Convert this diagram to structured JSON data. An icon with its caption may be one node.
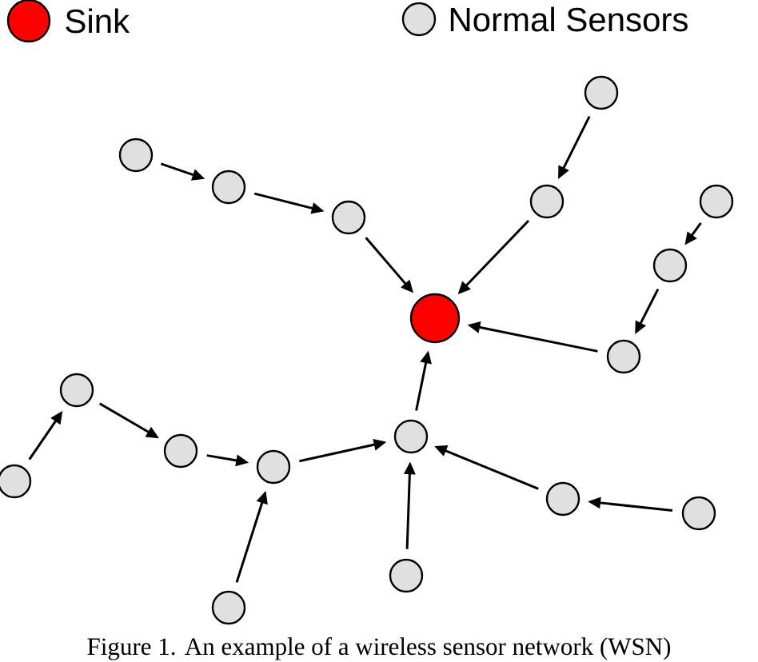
{
  "diagram": {
    "caption": "Figure 1. An example of a wireless sensor network (WSN)",
    "nodes": [
      {
        "text": [],
        "shape": "circle"
      },
      {
        "text": [],
        "shape": "circle"
      },
      {
        "text": [],
        "shape": "circle"
      },
      {
        "text": [],
        "shape": "circle"
      },
      {
        "text": [],
        "shape": "circle"
      },
      {
        "text": [],
        "shape": "circle"
      },
      {
        "text": [],
        "shape": "circle"
      },
      {
        "text": [],
        "shape": "circle"
      },
      {
        "text": [],
        "shape": "circle"
      },
      {
        "text": [],
        "shape": "circle"
      },
      {
        "text": [],
        "shape": "circle"
      },
      {
        "text": [],
        "shape": "circle"
      },
      {
        "text": [],
        "shape": "circle"
      },
      {
        "text": [],
        "shape": "circle"
      },
      {
        "text": [],
        "shape": "circle"
      },
      {
        "text": [],
        "shape": "circle"
      },
      {
        "text": [],
        "shape": "circle"
      },
      {
        "text": [],
        "shape": "circle"
      }
    ],
    "edges": [
      {
        "from": 0,
        "to": 1,
        "arrow": "to"
      },
      {
        "from": 1,
        "to": 2,
        "arrow": "to"
      },
      {
        "from": 2,
        "to": 3,
        "arrow": "to"
      },
      {
        "from": 4,
        "to": 5,
        "arrow": "to"
      },
      {
        "from": 5,
        "to": 3,
        "arrow": "to"
      },
      {
        "from": 6,
        "to": 7,
        "arrow": "to"
      },
      {
        "from": 7,
        "to": 8,
        "arrow": "to"
      },
      {
        "from": 8,
        "to": 3,
        "arrow": "to"
      },
      {
        "from": 9,
        "to": 10,
        "arrow": "to"
      },
      {
        "from": 10,
        "to": 11,
        "arrow": "to"
      },
      {
        "from": 11,
        "to": 12,
        "arrow": "to"
      },
      {
        "from": 12,
        "to": 13,
        "arrow": "to"
      },
      {
        "from": 14,
        "to": 12,
        "arrow": "to"
      },
      {
        "from": 15,
        "to": 13,
        "arrow": "to"
      },
      {
        "from": 17,
        "to": 16,
        "arrow": "to"
      },
      {
        "from": 16,
        "to": 13,
        "arrow": "to"
      },
      {
        "from": 13,
        "to": 3,
        "arrow": "to"
      }
    ],
    "legend": [
      {
        "text": "Sink",
        "color": "#ff0000"
      },
      {
        "text": "Normal Sensors",
        "color": "#e0e0e0"
      }
    ]
  }
}
